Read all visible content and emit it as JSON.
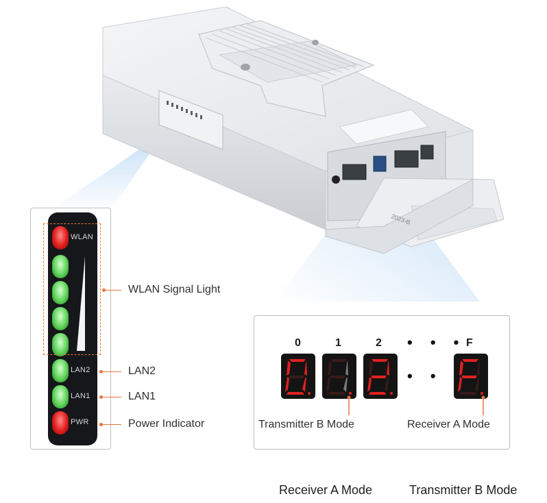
{
  "led_panel": {
    "leds": [
      {
        "label": "WLAN",
        "color": "red"
      },
      {
        "label": "",
        "color": "green"
      },
      {
        "label": "",
        "color": "green"
      },
      {
        "label": "",
        "color": "green"
      },
      {
        "label": "",
        "color": "green"
      },
      {
        "label": "LAN2",
        "color": "green"
      },
      {
        "label": "LAN1",
        "color": "green"
      },
      {
        "label": "PWR",
        "color": "red"
      }
    ],
    "callouts": {
      "wlan_signal": "WLAN Signal Light",
      "lan2": "LAN2",
      "lan1": "LAN1",
      "power": "Power Indicator"
    }
  },
  "mode_panel": {
    "headers": [
      "0",
      "1",
      "2",
      "F"
    ],
    "dots": "• • •",
    "dots_between": "• • •",
    "left_caption": "Transmitter B Mode",
    "right_caption": "Receiver A Mode",
    "segment_color_on": "#e02020",
    "segment_color_ghost": "#3a1a1a"
  },
  "bottom_captions": {
    "left": "Receiver A Mode",
    "right": "Transmitter B Mode"
  },
  "device": {
    "label_text": "2023-B"
  }
}
